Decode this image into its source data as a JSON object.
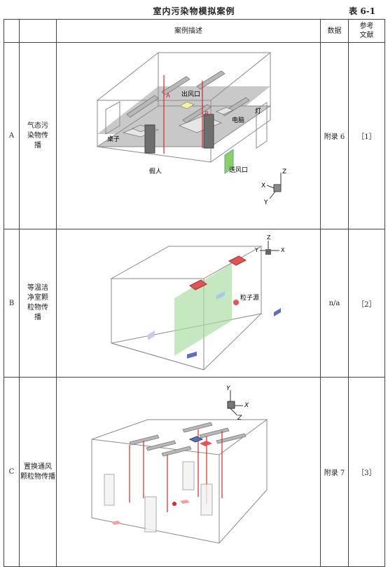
{
  "header": {
    "title": "室内污染物模拟案例",
    "table_label": "表 6-1"
  },
  "columns": {
    "id": "",
    "name": "",
    "description": "案例描述",
    "data": "数据",
    "ref_line1": "参考",
    "ref_line2": "文献"
  },
  "rows": [
    {
      "id": "A",
      "name": [
        "气态污",
        "染物传",
        "播"
      ],
      "data": "附录 6",
      "ref": "［1］",
      "figure_labels": {
        "outlet": "出风口",
        "lamp": "灯",
        "computer": "电脑",
        "table": "桌子",
        "dummy": "假人",
        "inlet": "送风口",
        "line_a": "A",
        "line_b": "B",
        "axis_z": "Z",
        "axis_x": "X",
        "axis_y": "Y"
      }
    },
    {
      "id": "B",
      "name": [
        "等温洁",
        "净室颗",
        "粒物传",
        "播"
      ],
      "data": "n/a",
      "ref": "［2］",
      "figure_labels": {
        "source": "粒子源",
        "axis_z": "Z",
        "axis_y": "Y",
        "axis_x": "X"
      }
    },
    {
      "id": "C",
      "name": [
        "置换通风",
        "颗粒物传播"
      ],
      "data": "附录 7",
      "ref": "［3］",
      "figure_labels": {
        "axis_y": "Y",
        "axis_x": "X",
        "axis_z": "Z"
      }
    }
  ],
  "colors": {
    "edge": "#8a8a8a",
    "floor": "#c8c8c8",
    "dark_box": "#6e6e6e",
    "outlet_yellow": "#f4f39a",
    "inlet_green": "#8fcf6a",
    "red_line": "#d62828",
    "plane_green": "#a8dba0",
    "outlet_red": "#e05555",
    "inlet_blue": "#5b6fc2"
  }
}
